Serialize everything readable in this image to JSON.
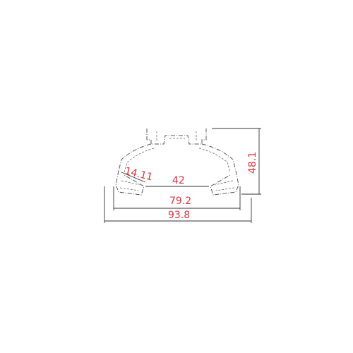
{
  "drawing": {
    "type": "technical profile cross-section",
    "line_color": "#555555",
    "dimension_line_color": "#333333",
    "dimension_text_color": "#d9363e",
    "dimensions": {
      "angled_leg": "14.11",
      "inner_width": "42",
      "base_width": "79.2",
      "overall_width": "93.8",
      "overall_height": "48.1"
    }
  }
}
